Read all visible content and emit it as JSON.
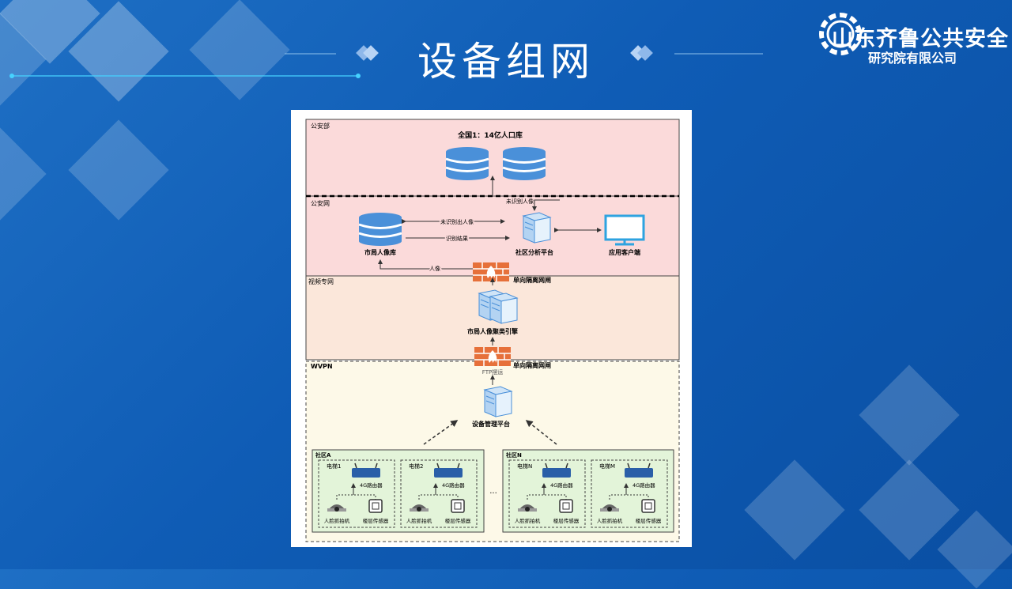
{
  "slide": {
    "title": "设备组网"
  },
  "logo": {
    "name_line1": "山东齐鲁公共安全",
    "name_line2": "研究院有限公司"
  },
  "diagram": {
    "zones": {
      "ministry": "公安部",
      "police_net": "公安网",
      "video_net": "视频专网",
      "wvpn": "WVPN"
    },
    "national_db": "全国1：14亿人口库",
    "city_db": "市局人像库",
    "community_platform": "社区分析平台",
    "client": "应用客户端",
    "cluster_engine": "市局人像聚类引擎",
    "gateway_label": "单向隔离网闸",
    "device_platform": "设备管理平台",
    "arrows": {
      "unrecognized": "未识别人像",
      "unrecognized_out": "未识别出人像",
      "result": "识别结果",
      "portrait": "人像",
      "ftp": "FTP摆运"
    },
    "communities": [
      {
        "label": "社区A",
        "elevators": [
          {
            "name": "电梯1",
            "router": "4G路由器",
            "camera": "人脸抓拍机",
            "sensor": "楼层传感器"
          },
          {
            "name": "电梯2",
            "router": "4G路由器",
            "camera": "人脸抓拍机",
            "sensor": "楼层传感器"
          }
        ]
      },
      {
        "label": "社区N",
        "elevators": [
          {
            "name": "电梯N",
            "router": "4G路由器",
            "camera": "人脸抓拍机",
            "sensor": "楼层传感器"
          },
          {
            "name": "电梯M",
            "router": "4G路由器",
            "camera": "人脸抓拍机",
            "sensor": "楼层传感器"
          }
        ]
      }
    ],
    "ellipsis": "..."
  },
  "colors": {
    "bg": "#0f5cb5",
    "pink": "#fbdada",
    "peach": "#fbe7da",
    "cream": "#fdf9e8",
    "green": "#e3f4d9",
    "db_blue": "#4a90d9",
    "firewall": "#e6703a"
  }
}
